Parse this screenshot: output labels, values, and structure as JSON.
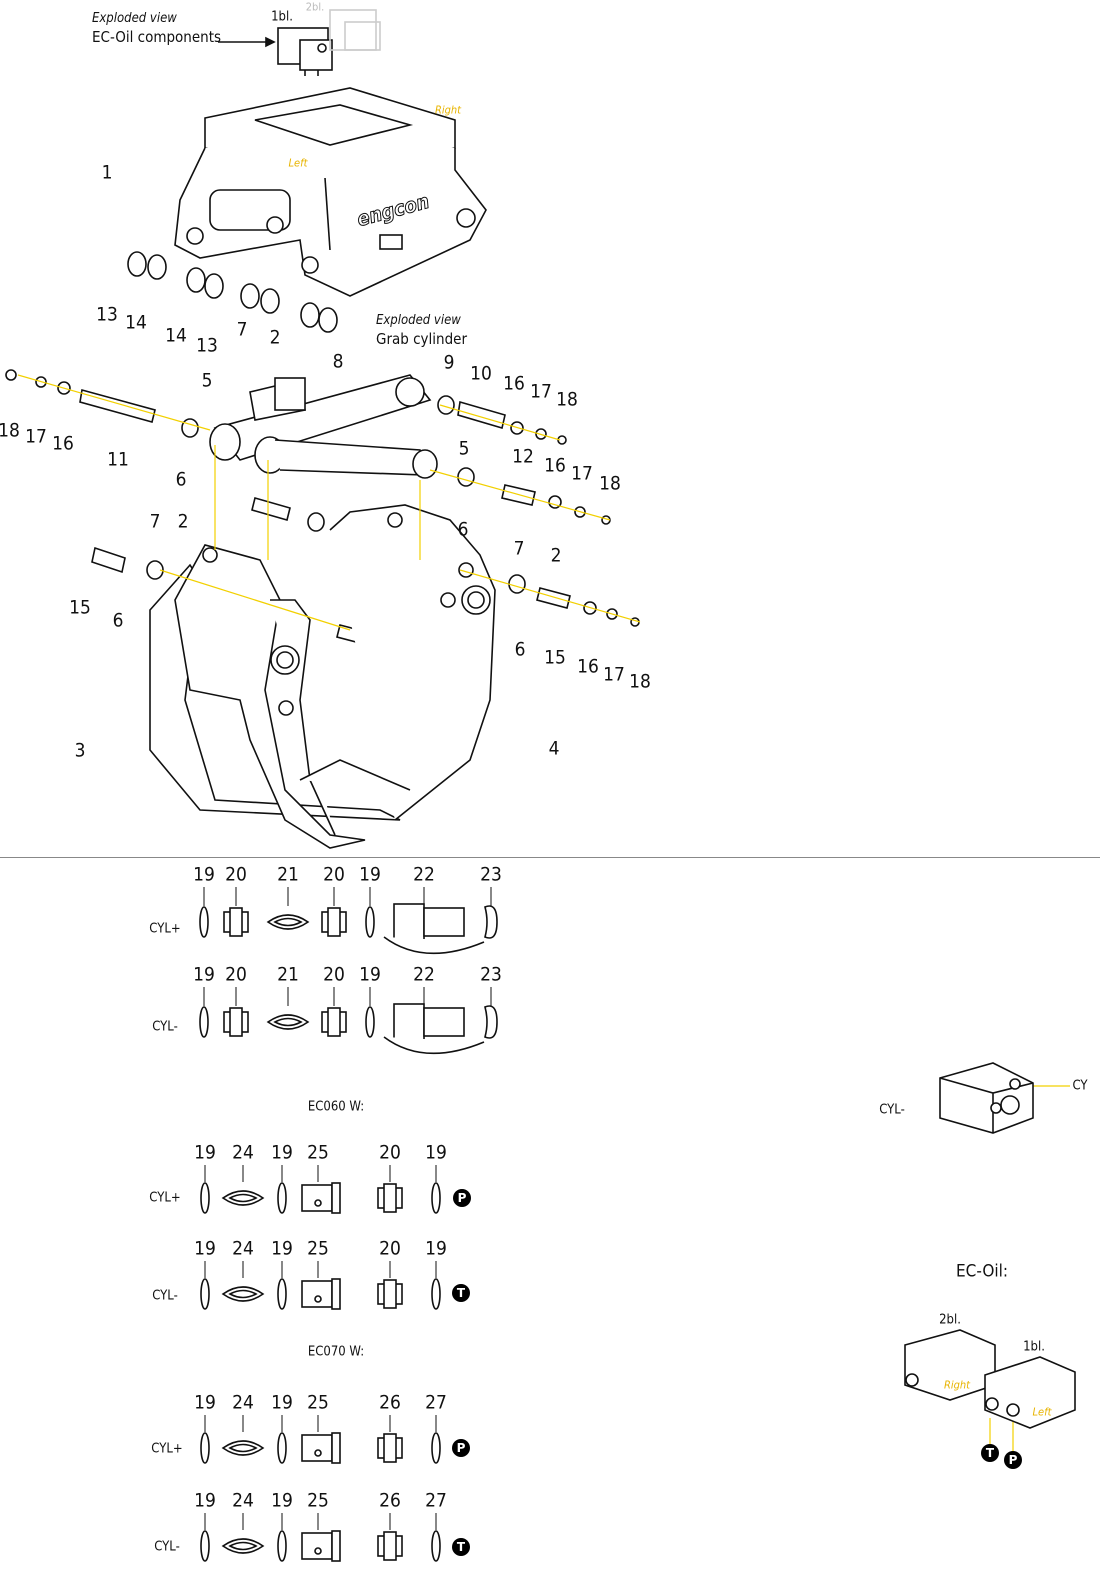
{
  "header": {
    "oil_caption_italic": "Exploded view",
    "oil_caption": "EC-Oil components",
    "block_1bl": "1bl.",
    "block_2bl": "2bl.",
    "side_right": "Right",
    "side_left": "Left",
    "brand_logo": "engcon"
  },
  "cylinder_caption": {
    "italic": "Exploded view",
    "title": "Grab cylinder"
  },
  "callouts": [
    "1",
    "13",
    "14",
    "14",
    "13",
    "7",
    "2",
    "5",
    "8",
    "9",
    "10",
    "16",
    "17",
    "18",
    "18",
    "17",
    "16",
    "11",
    "6",
    "5",
    "12",
    "16",
    "17",
    "18",
    "6",
    "7",
    "2",
    "7",
    "2",
    "15",
    "6",
    "6",
    "15",
    "16",
    "17",
    "18",
    "3",
    "4"
  ],
  "hose_rows": [
    {
      "side": "CYL+",
      "parts": [
        "19",
        "20",
        "21",
        "20",
        "19",
        "22",
        "23"
      ]
    },
    {
      "side": "CYL-",
      "parts": [
        "19",
        "20",
        "21",
        "20",
        "19",
        "22",
        "23"
      ]
    }
  ],
  "ec060": {
    "title": "EC060 W:",
    "rows": [
      {
        "side": "CYL+",
        "parts": [
          "19",
          "24",
          "19",
          "25",
          "20",
          "19"
        ],
        "port": "P"
      },
      {
        "side": "CYL-",
        "parts": [
          "19",
          "24",
          "19",
          "25",
          "20",
          "19"
        ],
        "port": "T"
      }
    ]
  },
  "ec070": {
    "title": "EC070 W:",
    "rows": [
      {
        "side": "CYL+",
        "parts": [
          "19",
          "24",
          "19",
          "25",
          "26",
          "27"
        ],
        "port": "P"
      },
      {
        "side": "CYL-",
        "parts": [
          "19",
          "24",
          "19",
          "25",
          "26",
          "27"
        ],
        "port": "T"
      }
    ]
  },
  "valve_block": {
    "minus": "CYL-",
    "plus": "CY"
  },
  "ec_oil": {
    "title": "EC-Oil:",
    "block_2bl": "2bl.",
    "block_1bl": "1bl.",
    "right": "Right",
    "left": "Left",
    "port_t": "T",
    "port_p": "P"
  },
  "colors": {
    "line": "#111111",
    "leader": "#f2d000",
    "accent_text": "#e8b400"
  }
}
